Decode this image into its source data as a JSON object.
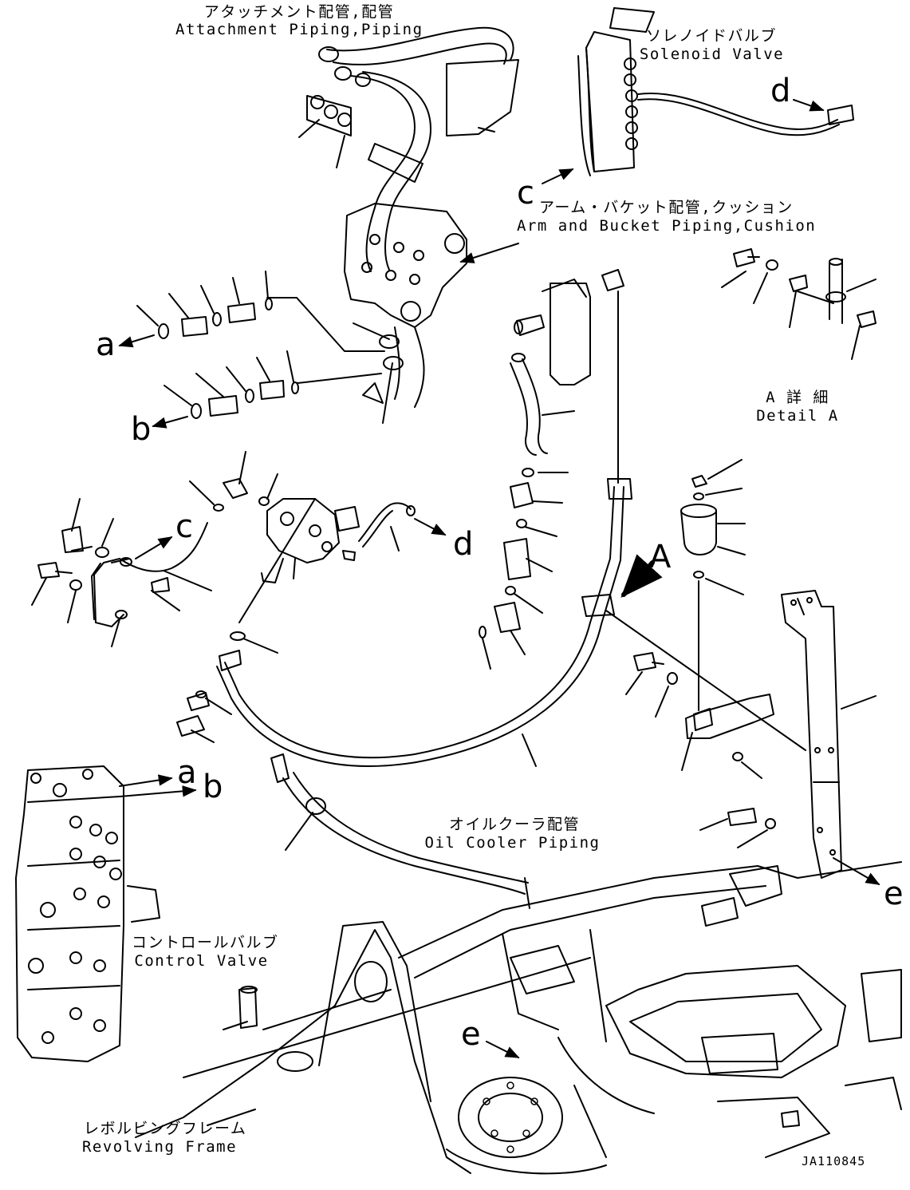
{
  "labels": {
    "attachment_jp": "アタッチメント配管,配管",
    "attachment_en": "Attachment Piping,Piping",
    "solenoid_jp": "ソレノイドバルブ",
    "solenoid_en": "Solenoid Valve",
    "arm_jp": "アーム・バケット配管,クッション",
    "arm_en": "Arm and Bucket Piping,Cushion",
    "detail_jp": "A 詳 細",
    "detail_en": "Detail A",
    "oil_jp": "オイルクーラ配管",
    "oil_en": "Oil Cooler Piping",
    "control_jp": "コントロールバルブ",
    "control_en": "Control Valve",
    "frame_jp": "レボルビングフレーム",
    "frame_en": "Revolving Frame",
    "drawing_no": "JA110845"
  },
  "callouts": {
    "a": "a",
    "b": "b",
    "c": "c",
    "d": "d",
    "e": "e",
    "A": "A"
  }
}
